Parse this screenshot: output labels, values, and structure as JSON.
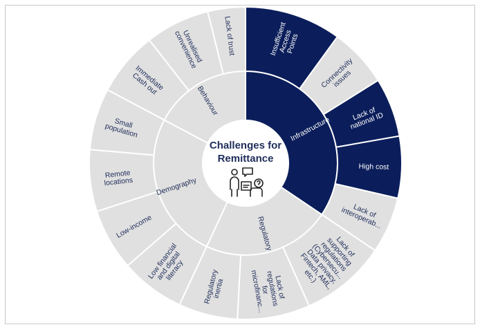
{
  "diagram": {
    "title": "Challenges for Remittance",
    "title_lines": [
      "Challenges for",
      "Remittance"
    ],
    "center_icon": "people-discussion-icon",
    "colors": {
      "highlight": "#0b1e5b",
      "normal": "#e0e0e0",
      "stroke": "#ffffff",
      "highlight_text": "#ffffff",
      "normal_text": "#1f2d5a"
    },
    "categories": [
      {
        "label": "Infrastructure",
        "highlight": true,
        "children": [
          {
            "label": "Insufficient Access Points",
            "highlight": true
          },
          {
            "label": "Connectivity issues",
            "highlight": false
          },
          {
            "label": "Lack of national ID",
            "highlight": true
          },
          {
            "label": "High cost",
            "highlight": true
          },
          {
            "label": "Lack of interoperab...",
            "highlight": false
          }
        ]
      },
      {
        "label": "Regulatory",
        "highlight": false,
        "children": [
          {
            "label": "Lack of supporting regulations (Cybersecu..., Data privacy, Fintech, AML, etc.)",
            "highlight": false
          },
          {
            "label": "Lack of regulations for microfinanc...",
            "highlight": false
          },
          {
            "label": "Regulatory inertia",
            "highlight": false
          }
        ]
      },
      {
        "label": "Demography",
        "highlight": false,
        "children": [
          {
            "label": "Low financial and digital literacy",
            "highlight": false
          },
          {
            "label": "Low-income",
            "highlight": false
          },
          {
            "label": "Remote locations",
            "highlight": false
          },
          {
            "label": "Small population",
            "highlight": false
          }
        ]
      },
      {
        "label": "Behaviour",
        "highlight": false,
        "children": [
          {
            "label": "Immediate Cash out",
            "highlight": false
          },
          {
            "label": "Unrealised convenience",
            "highlight": false
          },
          {
            "label": "Lack of trust",
            "highlight": false
          }
        ]
      }
    ]
  }
}
